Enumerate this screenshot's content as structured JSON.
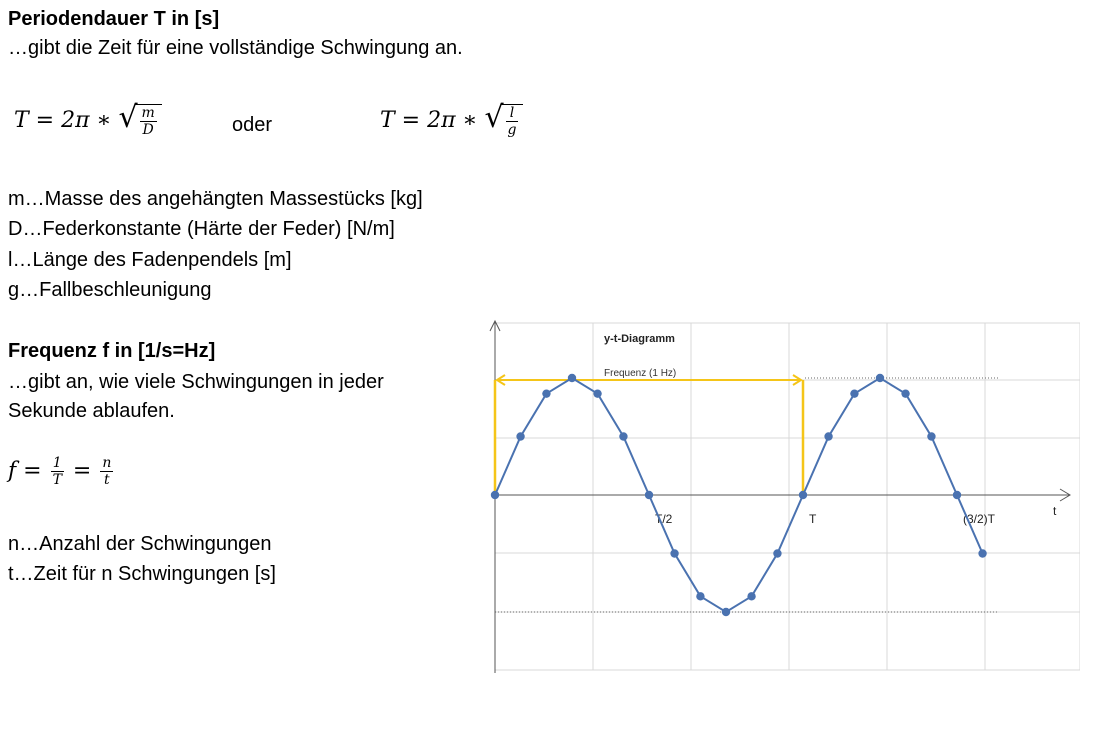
{
  "section1": {
    "heading": "Periodendauer T in [s]",
    "desc": "…gibt die Zeit für eine vollständige Schwingung an.",
    "formula1": {
      "lhs": "T = 2π ∗",
      "num": "m",
      "den": "D"
    },
    "connector": "oder",
    "formula2": {
      "lhs": "T = 2π ∗",
      "num": "l",
      "den": "g"
    },
    "legend": [
      "m…Masse des angehängten Massestücks [kg]",
      "D…Federkonstante (Härte der Feder) [N/m]",
      "l…Länge des Fadenpendels [m]",
      "g…Fallbeschleunigung"
    ]
  },
  "section2": {
    "heading": "Frequenz f in [1/s=Hz]",
    "desc_line1": "…gibt an, wie viele Schwingungen in jeder",
    "desc_line2": "Sekunde ablaufen.",
    "formula": {
      "lhs": "f =",
      "num1": "1",
      "den1": "T",
      "eq": "=",
      "num2": "n",
      "den2": "t"
    },
    "legend": [
      "n…Anzahl der Schwingungen",
      "t…Zeit für n Schwingungen [s]"
    ]
  },
  "chart_data": {
    "type": "line",
    "title": "y-t-Diagramm",
    "xlabel": "t",
    "ylabel": "",
    "x_tick_labels": [
      {
        "x": 0.5,
        "label": "T/2"
      },
      {
        "x": 1.0,
        "label": "T"
      },
      {
        "x": 1.5,
        "label": "(3/2)T"
      }
    ],
    "xlim": [
      0,
      1.85
    ],
    "ylim": [
      -1.25,
      1.25
    ],
    "grid": true,
    "series": [
      {
        "color": "#4a72b0",
        "x": [
          0,
          0.083,
          0.167,
          0.25,
          0.333,
          0.417,
          0.5,
          0.583,
          0.667,
          0.75,
          0.833,
          0.917,
          1.0,
          1.083,
          1.167,
          1.25,
          1.333,
          1.417,
          1.5,
          1.583
        ],
        "y": [
          0,
          0.5,
          0.866,
          1,
          0.866,
          0.5,
          0,
          -0.5,
          -0.866,
          -1,
          -0.866,
          -0.5,
          0,
          0.5,
          0.866,
          1,
          0.866,
          0.5,
          0,
          -0.5
        ]
      }
    ],
    "annotation": {
      "label": "Frequenz (1 Hz)",
      "x_start": 0,
      "x_end": 1.0,
      "color": "#f5c518"
    }
  }
}
